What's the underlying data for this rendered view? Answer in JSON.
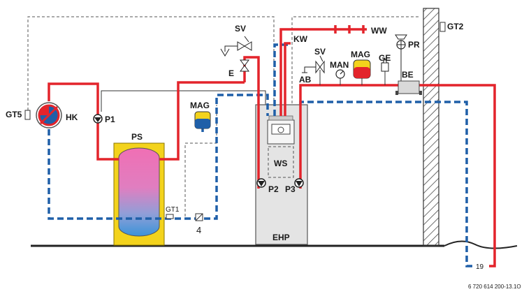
{
  "components": {
    "gt5": "GT5",
    "hk": "HK",
    "p1": "P1",
    "ps": "PS",
    "mag_left": "MAG",
    "gt1": "GT1",
    "num_4": "4",
    "sv_top": "SV",
    "e": "E",
    "kw": "KW",
    "ww": "WW",
    "sv_mid": "SV",
    "ab": "AB",
    "man": "MAN",
    "mag_right": "MAG",
    "ge": "GE",
    "pr": "PR",
    "be": "BE",
    "gt2": "GT2",
    "ws": "WS",
    "p2": "P2",
    "p3": "P3",
    "ehp": "EHP",
    "num_19": "19"
  },
  "doc_number": "6 720 614 200-13.1O",
  "colors": {
    "supply": "#e3242b",
    "return": "#1f5fa8",
    "tank": "#f3d31c",
    "wall_hatch": "#333333"
  }
}
